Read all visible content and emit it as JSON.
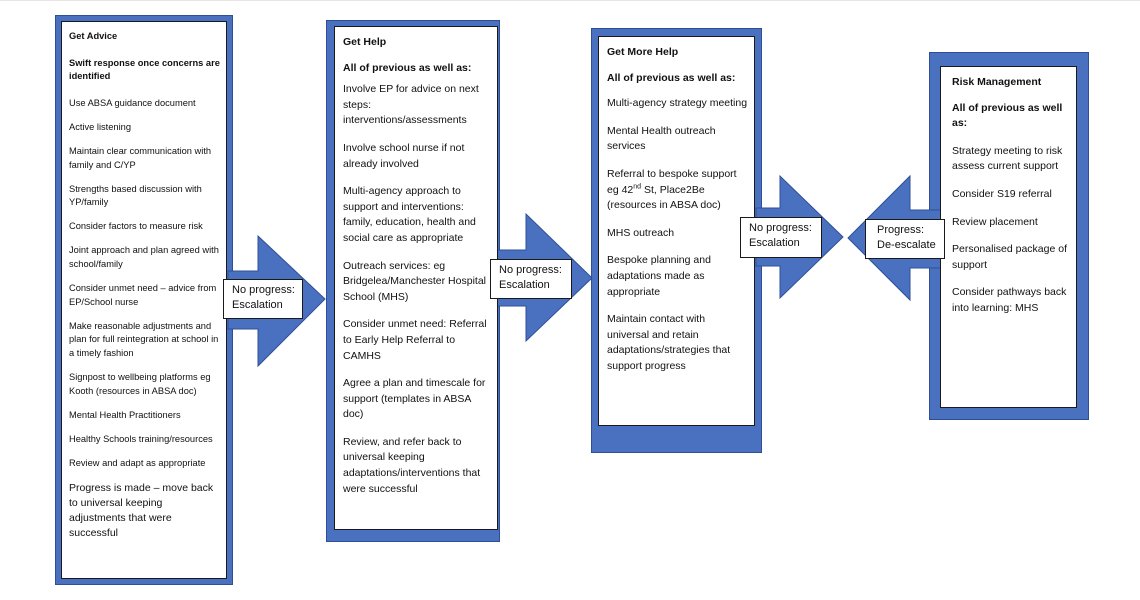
{
  "stages": [
    {
      "title": "Get Advice",
      "subtitle": "Swift response once concerns are identified",
      "items": [
        "Use ABSA guidance document",
        "Active listening",
        "Maintain clear communication with family and C/YP",
        "Strengths based discussion with YP/family",
        "Consider factors to measure risk",
        "Joint approach and plan agreed with school/family",
        "Consider unmet need – advice from EP/School nurse",
        "Make reasonable adjustments and plan for full reintegration at school in a timely fashion",
        "Signpost to wellbeing platforms eg  Kooth (resources in ABSA doc)",
        "Mental Health Practitioners",
        "Healthy Schools training/resources",
        "Review and adapt as appropriate",
        "Progress is made – move back to universal keeping adjustments that were successful"
      ]
    },
    {
      "title": "Get Help",
      "subtitle": "All of previous as well as:",
      "items": [
        "Involve EP for advice on next steps: interventions/assessments",
        "Involve school nurse if not already involved",
        "Multi-agency approach to support and interventions: family, education, health and social care as appropriate",
        "Outreach services: eg Bridgelea/Manchester Hospital School (MHS)",
        "Consider unmet need: Referral to Early Help Referral to CAMHS",
        "Agree a plan and timescale for support (templates in ABSA doc)",
        "Review, and refer back to universal keeping adaptations/interventions that were successful"
      ]
    },
    {
      "title": "Get More Help",
      "subtitle": "All of previous as well as:",
      "items": [
        "Multi-agency strategy meeting",
        "Mental Health outreach services",
        "Referral to bespoke support eg 42nd St, Place2Be (resources in ABSA doc)",
        "MHS outreach",
        "Bespoke planning and adaptations made as appropriate",
        "Maintain contact with universal and retain adaptations/strategies that support progress"
      ]
    },
    {
      "title": "Risk Management",
      "subtitle": "All of previous as well as:",
      "items": [
        "Strategy meeting to risk assess current support",
        "Consider S19 referral",
        "Review placement",
        "Personalised package of support",
        "Consider pathways back into learning: MHS"
      ]
    }
  ],
  "connectors": [
    {
      "line1": "No progress:",
      "line2": "Escalation"
    },
    {
      "line1": "No progress:",
      "line2": "Escalation"
    },
    {
      "line1": "No progress:",
      "line2": "Escalation"
    },
    {
      "line1": "Progress:",
      "line2": "De-escalate"
    }
  ],
  "colors": {
    "panel": "#4a70c0",
    "arrow": "#4a70c0",
    "box_border": "#1a1a1a"
  }
}
